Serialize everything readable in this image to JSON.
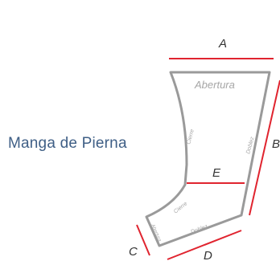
{
  "title": "Manga de Pierna",
  "measurements": {
    "a": "A",
    "b": "B",
    "c": "C",
    "d": "D",
    "e": "E"
  },
  "zone_labels": {
    "opening": "Abertura",
    "closure_upper": "Cierre",
    "fold_upper": "Doblez",
    "closure_lower": "Cierre",
    "fold_lower": "Doblez",
    "opening_foot": "Abertura"
  },
  "colors": {
    "title": "#3f5f86",
    "measure_line": "#e0242f",
    "outline": "#9a9a9a",
    "zone_text": "#a6a6a6",
    "measure_text": "#333333"
  }
}
